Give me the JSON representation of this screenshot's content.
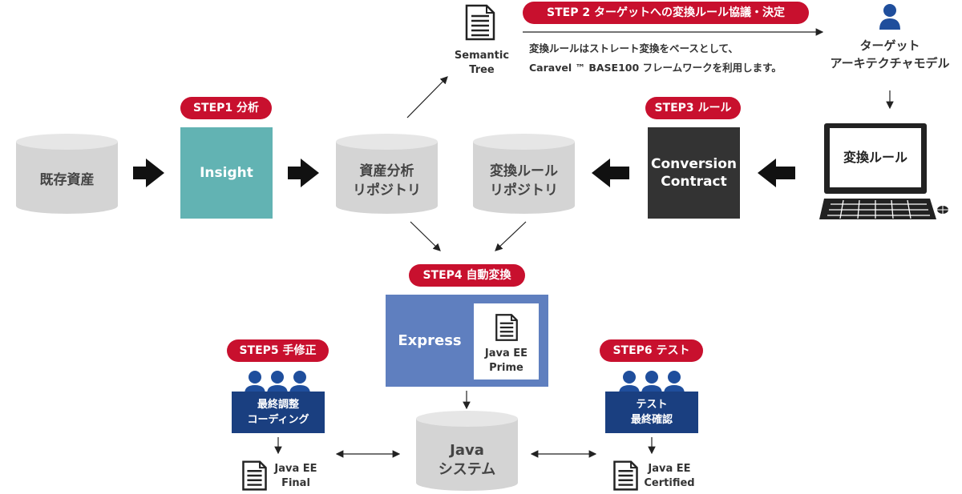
{
  "nodes": {
    "legacy_assets": "既存資産",
    "insight": "Insight",
    "analysis_repo_line1": "資産分析",
    "analysis_repo_line2": "リポジトリ",
    "conversion_repo_line1": "変換ルール",
    "conversion_repo_line2": "リポジトリ",
    "conversion_contract_line1": "Conversion",
    "conversion_contract_line2": "Contract",
    "conversion_rule_screen": "変換ルール",
    "target_line1": "ターゲット",
    "target_line2": "アーキテクチャモデル",
    "semantic_tree_line1": "Semantic",
    "semantic_tree_line2": "Tree",
    "express": "Express",
    "java_ee_prime_line1": "Java EE",
    "java_ee_prime_line2": "Prime",
    "java_system_line1": "Java",
    "java_system_line2": "システム",
    "final_coding_line1": "最終調整",
    "final_coding_line2": "コーディング",
    "test_line1": "テスト",
    "test_line2": "最終確認",
    "java_ee_final_line1": "Java EE",
    "java_ee_final_line2": "Final",
    "java_ee_certified_line1": "Java EE",
    "java_ee_certified_line2": "Certified"
  },
  "steps": {
    "step1": "STEP1 分析",
    "step2": "STEP 2  ターゲットへの変換ルール協議・決定",
    "step3": "STEP3 ルール",
    "step4": "STEP4 自動変換",
    "step5": "STEP5 手修正",
    "step6": "STEP6 テスト"
  },
  "step2_note": {
    "line1": "変換ルールはストレート変換をベースとして、",
    "line2": "Caravel ™ BASE100 フレームワークを利用します。"
  },
  "colors": {
    "badge_red": "#c8102e",
    "insight_teal": "#62b3b3",
    "contract_dark": "#333333",
    "express_blue": "#5f7fbf",
    "team_navy": "#1a3f80",
    "person_blue": "#1f4e9c",
    "cylinder_gray": "#d4d4d4"
  }
}
